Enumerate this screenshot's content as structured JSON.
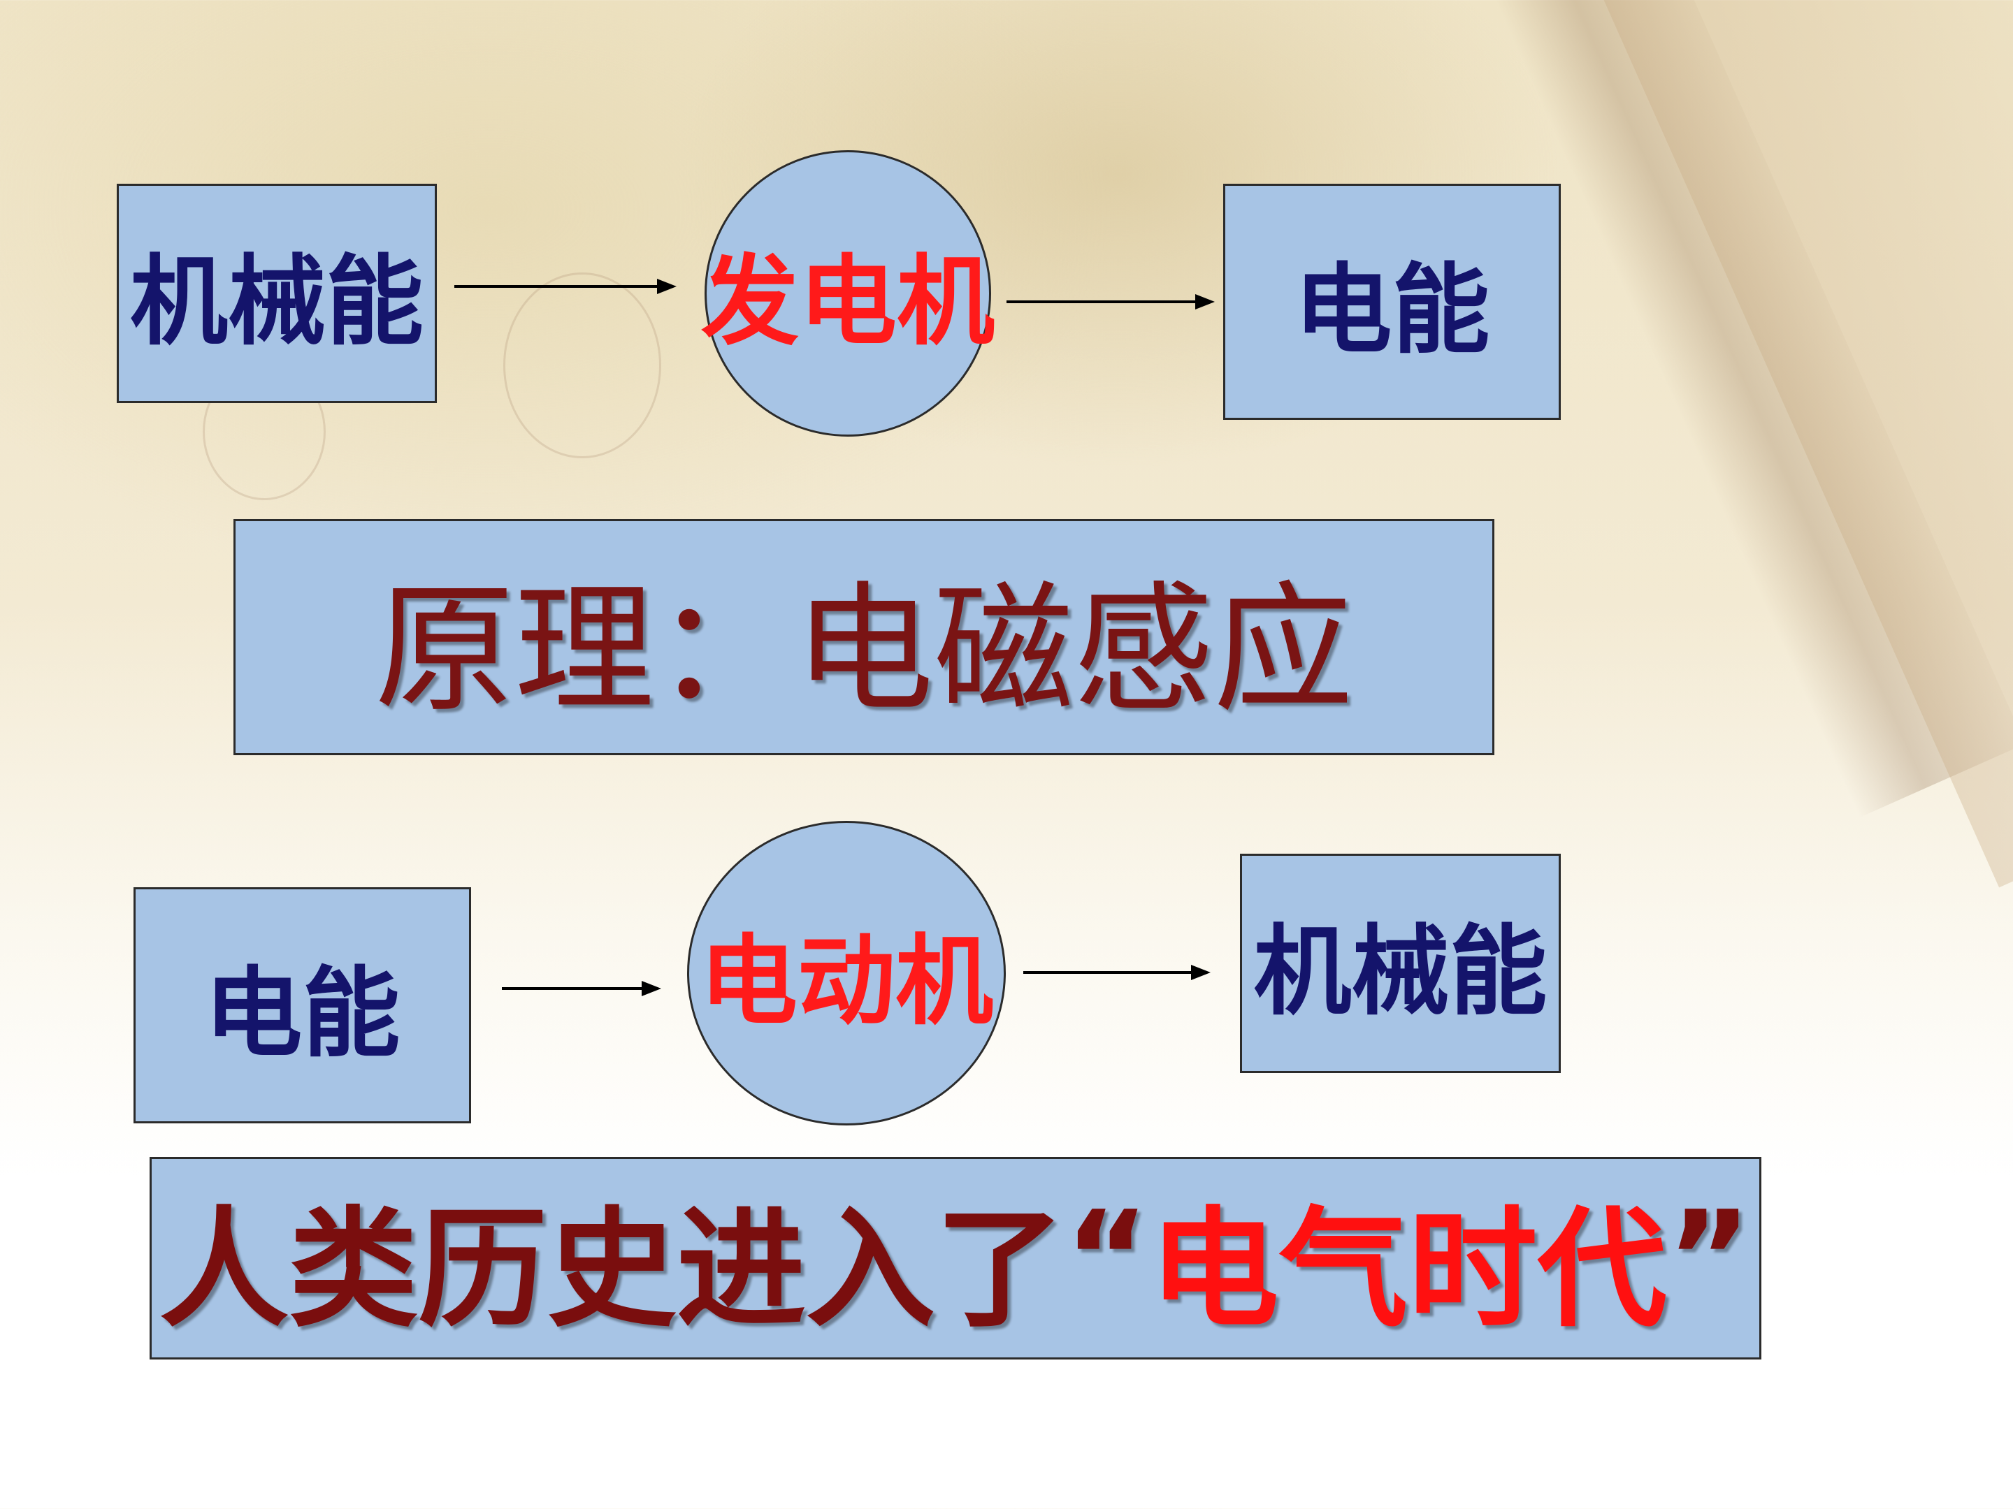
{
  "generator_row": {
    "input": "机械能",
    "device": "发电机",
    "output": "电能"
  },
  "principle": {
    "text": "原理：电磁感应"
  },
  "motor_row": {
    "input": "电能",
    "device": "电动机",
    "output": "机械能"
  },
  "era": {
    "prefix": "人类历史进入了",
    "open_quote": "“",
    "highlight": "电气时代",
    "close_quote": "”"
  },
  "colors": {
    "box_fill": "#a7c4e5",
    "box_text": "#14146b",
    "device_text": "#ff1a1a",
    "principle_text": "#7a1414",
    "era_text": "#7a0e0e",
    "era_highlight": "#ff1010"
  }
}
